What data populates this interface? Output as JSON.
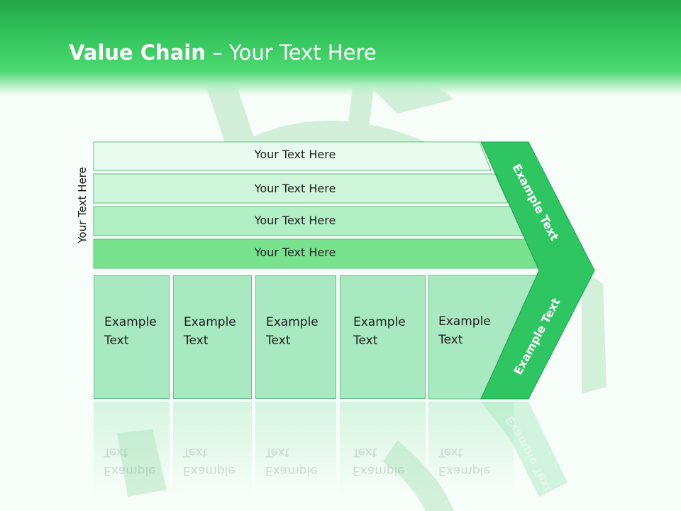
{
  "title": {
    "bold": "Value Chain",
    "rest": " – Your Text Here"
  },
  "side_label": "Your Text Here",
  "rows": [
    {
      "label": "Your Text Here",
      "color": "#e9fbee"
    },
    {
      "label": "Your Text Here",
      "color": "#cff5da"
    },
    {
      "label": "Your Text Here",
      "color": "#b1efc4"
    },
    {
      "label": "Your Text Here",
      "color": "#79e28f"
    }
  ],
  "columns": [
    {
      "line1": "Example",
      "line2": "Text"
    },
    {
      "line1": "Example",
      "line2": "Text"
    },
    {
      "line1": "Example",
      "line2": "Text"
    },
    {
      "line1": "Example",
      "line2": "Text"
    },
    {
      "line1": "Example",
      "line2": "Text"
    }
  ],
  "chevron": {
    "top_label": "Example Text",
    "bottom_label": "Example Text",
    "color": "#2fc563"
  },
  "colors": {
    "header": "#32c25b",
    "column_fill": "#a9e9c2",
    "outline": "#5fbf7c"
  }
}
